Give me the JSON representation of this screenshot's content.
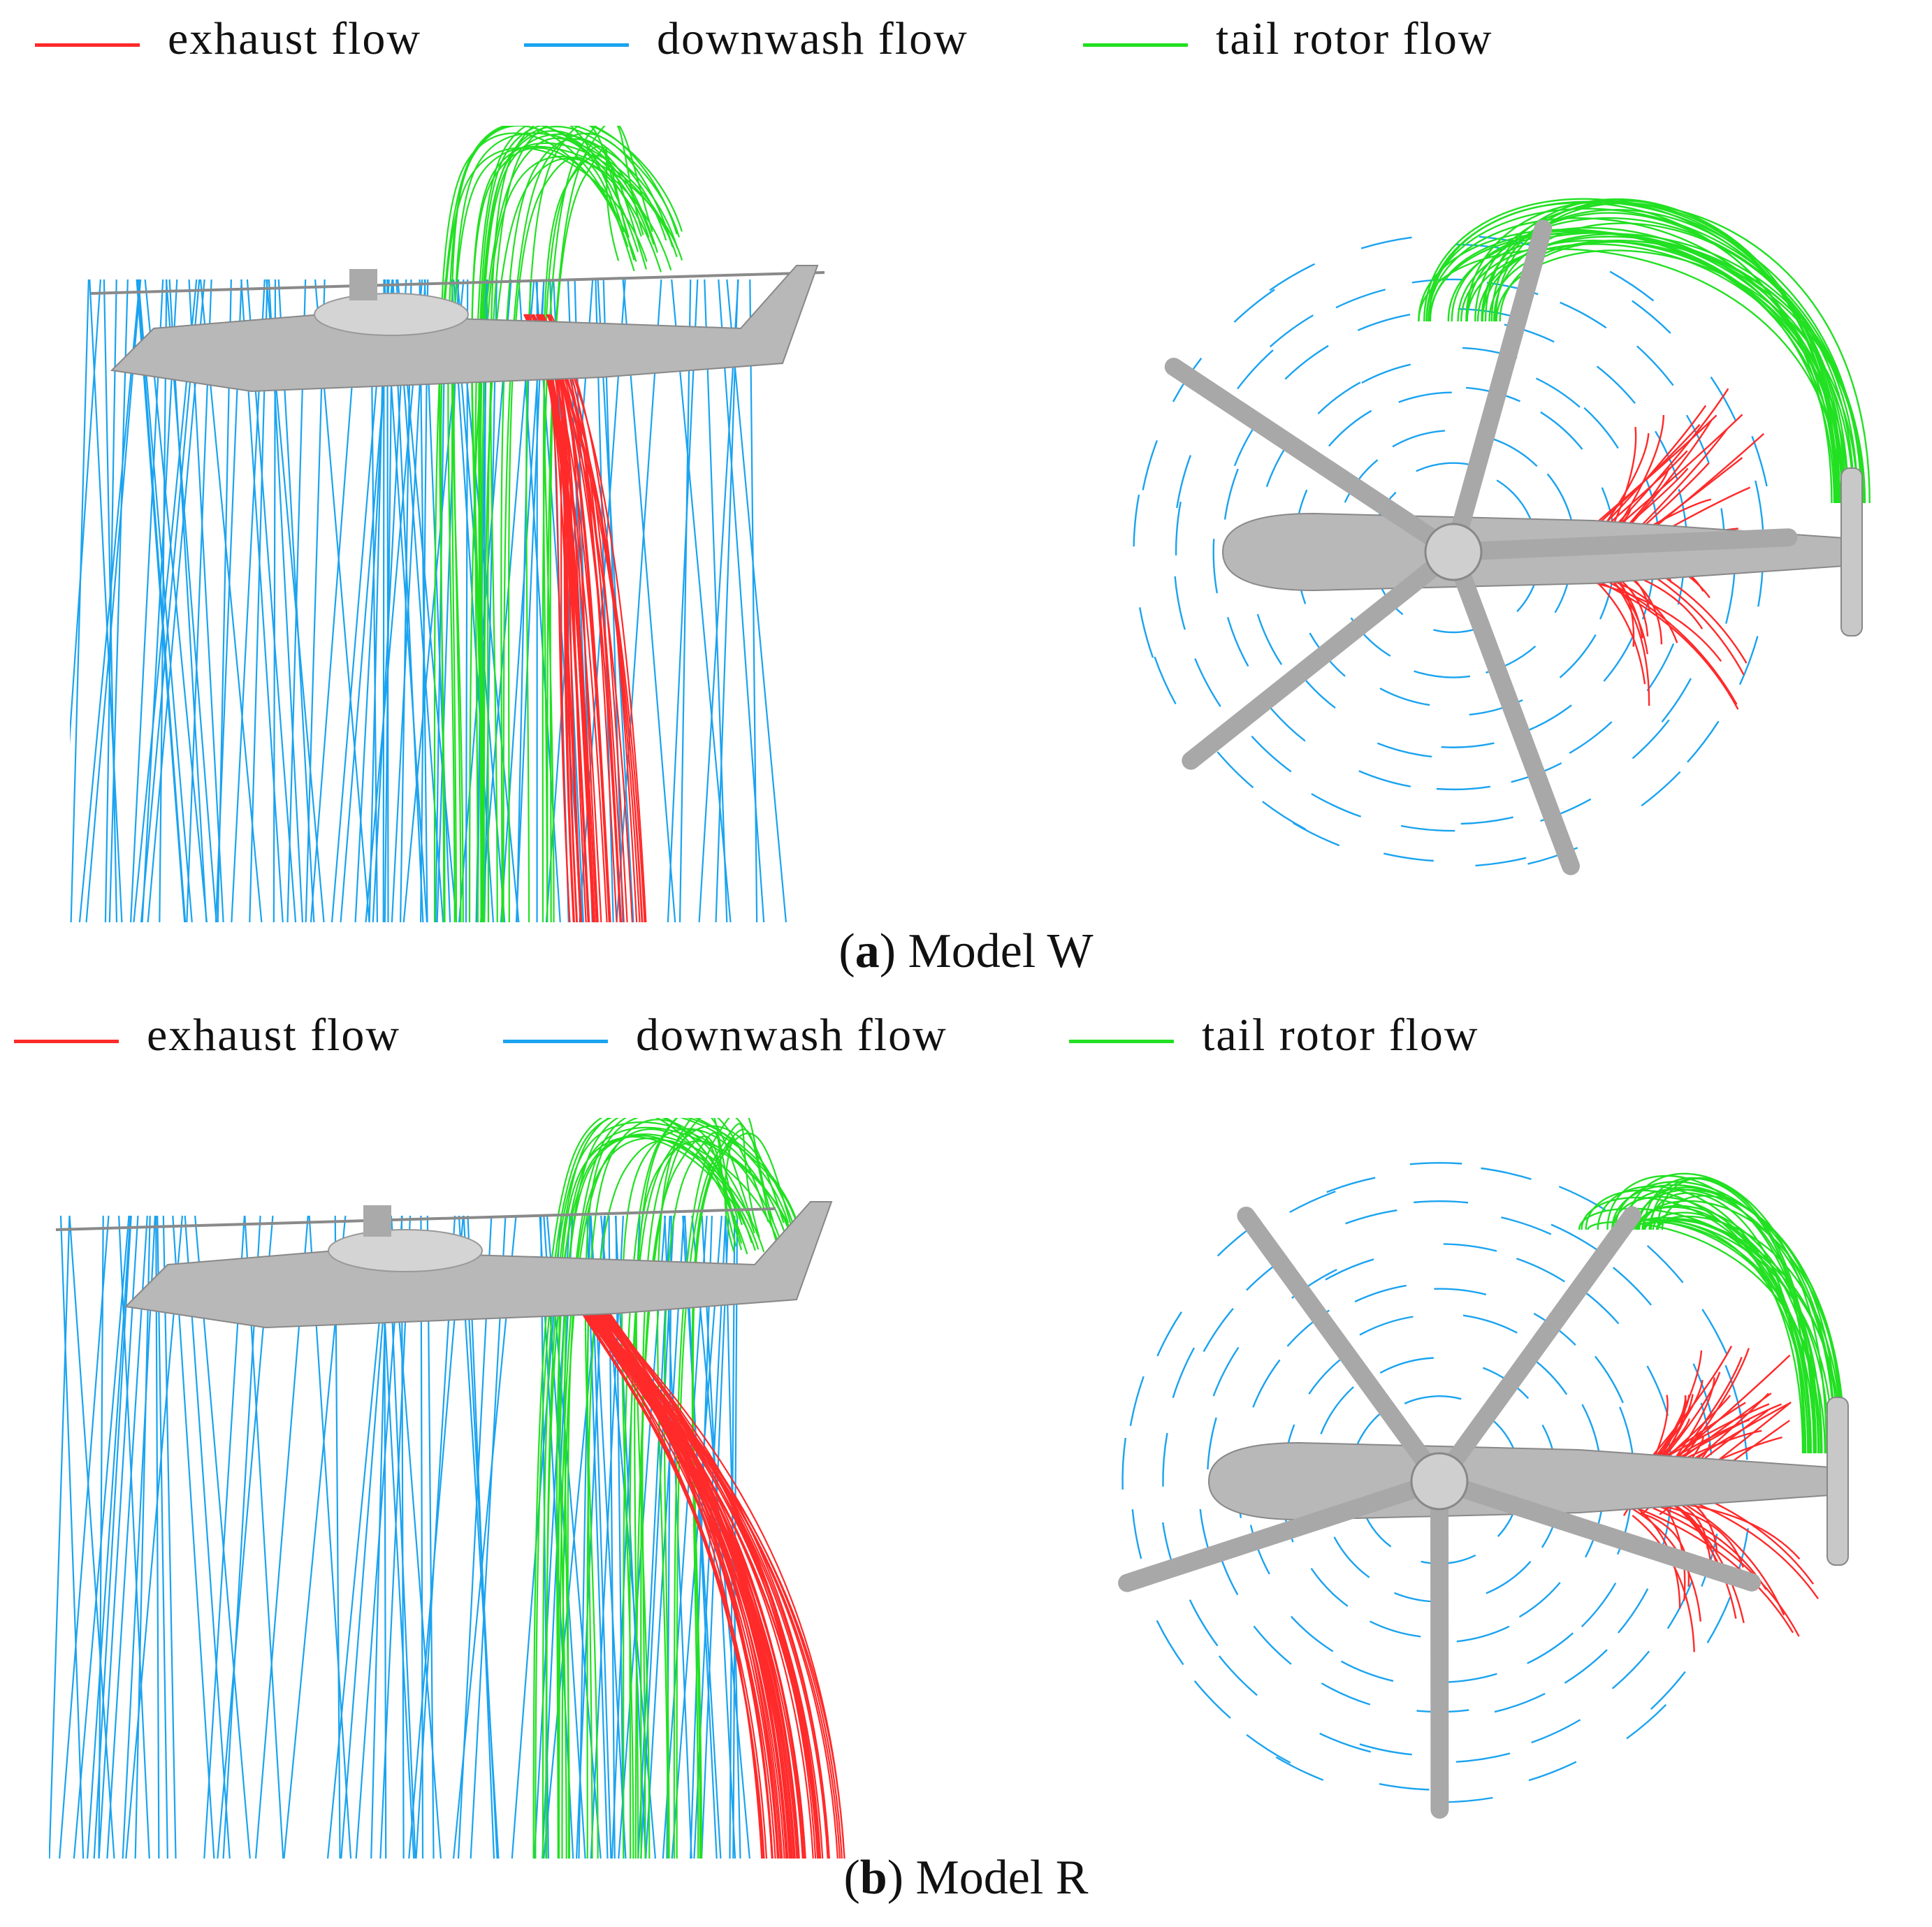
{
  "legend_a": {
    "items": [
      {
        "label": "exhaust flow",
        "color": "#ff2a2a"
      },
      {
        "label": "downwash flow",
        "color": "#1aa3f0"
      },
      {
        "label": "tail rotor flow",
        "color": "#22e022"
      }
    ]
  },
  "legend_b": {
    "items": [
      {
        "label": "exhaust flow",
        "color": "#ff2a2a"
      },
      {
        "label": "downwash flow",
        "color": "#1aa3f0"
      },
      {
        "label": "tail rotor flow",
        "color": "#22e022"
      }
    ]
  },
  "captions": {
    "a": {
      "letter": "a",
      "text": "Model W"
    },
    "b": {
      "letter": "b",
      "text": "Model R"
    }
  },
  "colors": {
    "exhaust": "#ff2a2a",
    "downwash": "#1aa3f0",
    "tail_rotor": "#22e022",
    "fuselage": "#b8b8b8"
  }
}
